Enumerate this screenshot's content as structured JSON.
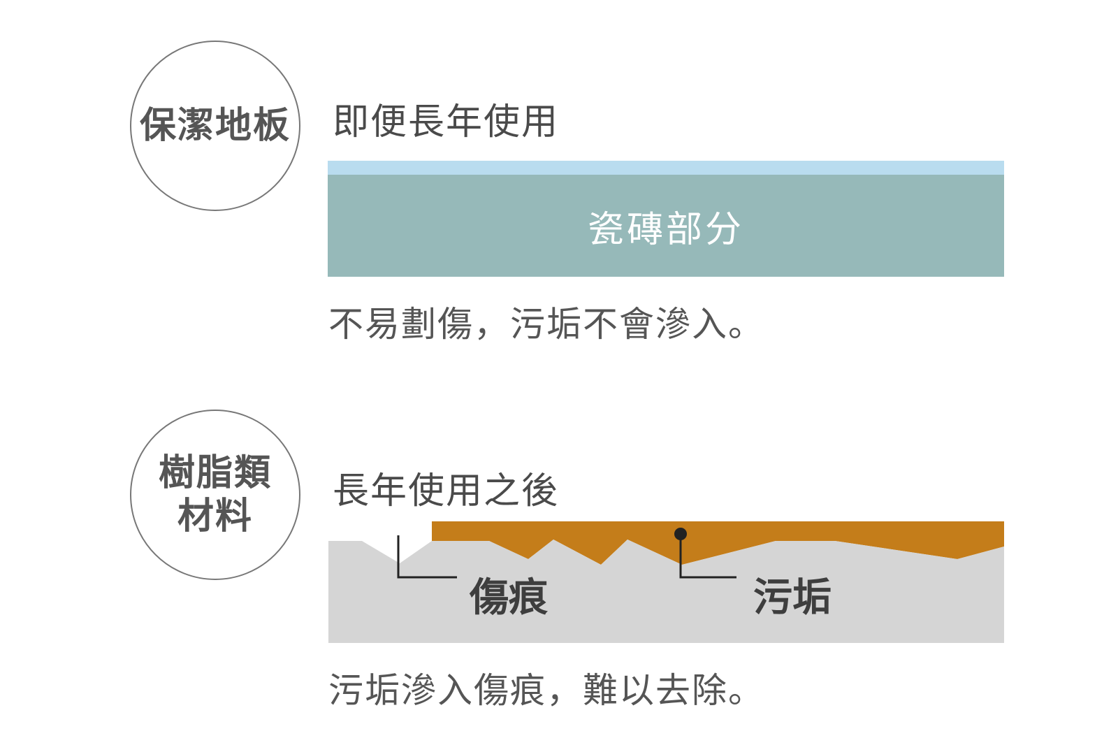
{
  "top_section": {
    "circle_label": "保潔地板",
    "heading": "即便長年使用",
    "tile_label": "瓷磚部分",
    "caption": "不易劃傷，污垢不會滲入。",
    "colors": {
      "tile_surface": "#b9dcef",
      "tile_body": "#96b9b9"
    }
  },
  "bottom_section": {
    "circle_label": "樹脂類\n材料",
    "heading": "長年使用之後",
    "scratch_label": "傷痕",
    "dirt_label": "污垢",
    "caption": "污垢滲入傷痕，難以去除。",
    "colors": {
      "resin": "#d5d5d5",
      "dirt": "#c47d1a"
    }
  }
}
